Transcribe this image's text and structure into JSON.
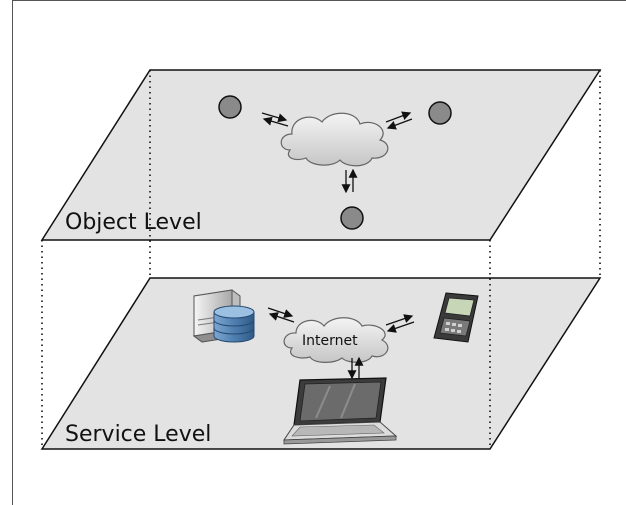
{
  "diagram": {
    "object_level": {
      "label": "Object Level",
      "nodes": [
        "object-node",
        "object-node",
        "object-node"
      ],
      "hub_icon": "cloud-icon"
    },
    "service_level": {
      "label": "Service Level",
      "hub_label": "Internet",
      "hub_icon": "cloud-icon",
      "devices": [
        "server-database-icon",
        "mobile-phone-icon",
        "laptop-icon"
      ]
    },
    "colors": {
      "plane_fill": "#e3e3e3",
      "plane_stroke": "#111111",
      "node_fill": "#8a8a8a",
      "cloud_fill": "#d4d4d4",
      "database_blue": "#4f7fb0"
    }
  }
}
